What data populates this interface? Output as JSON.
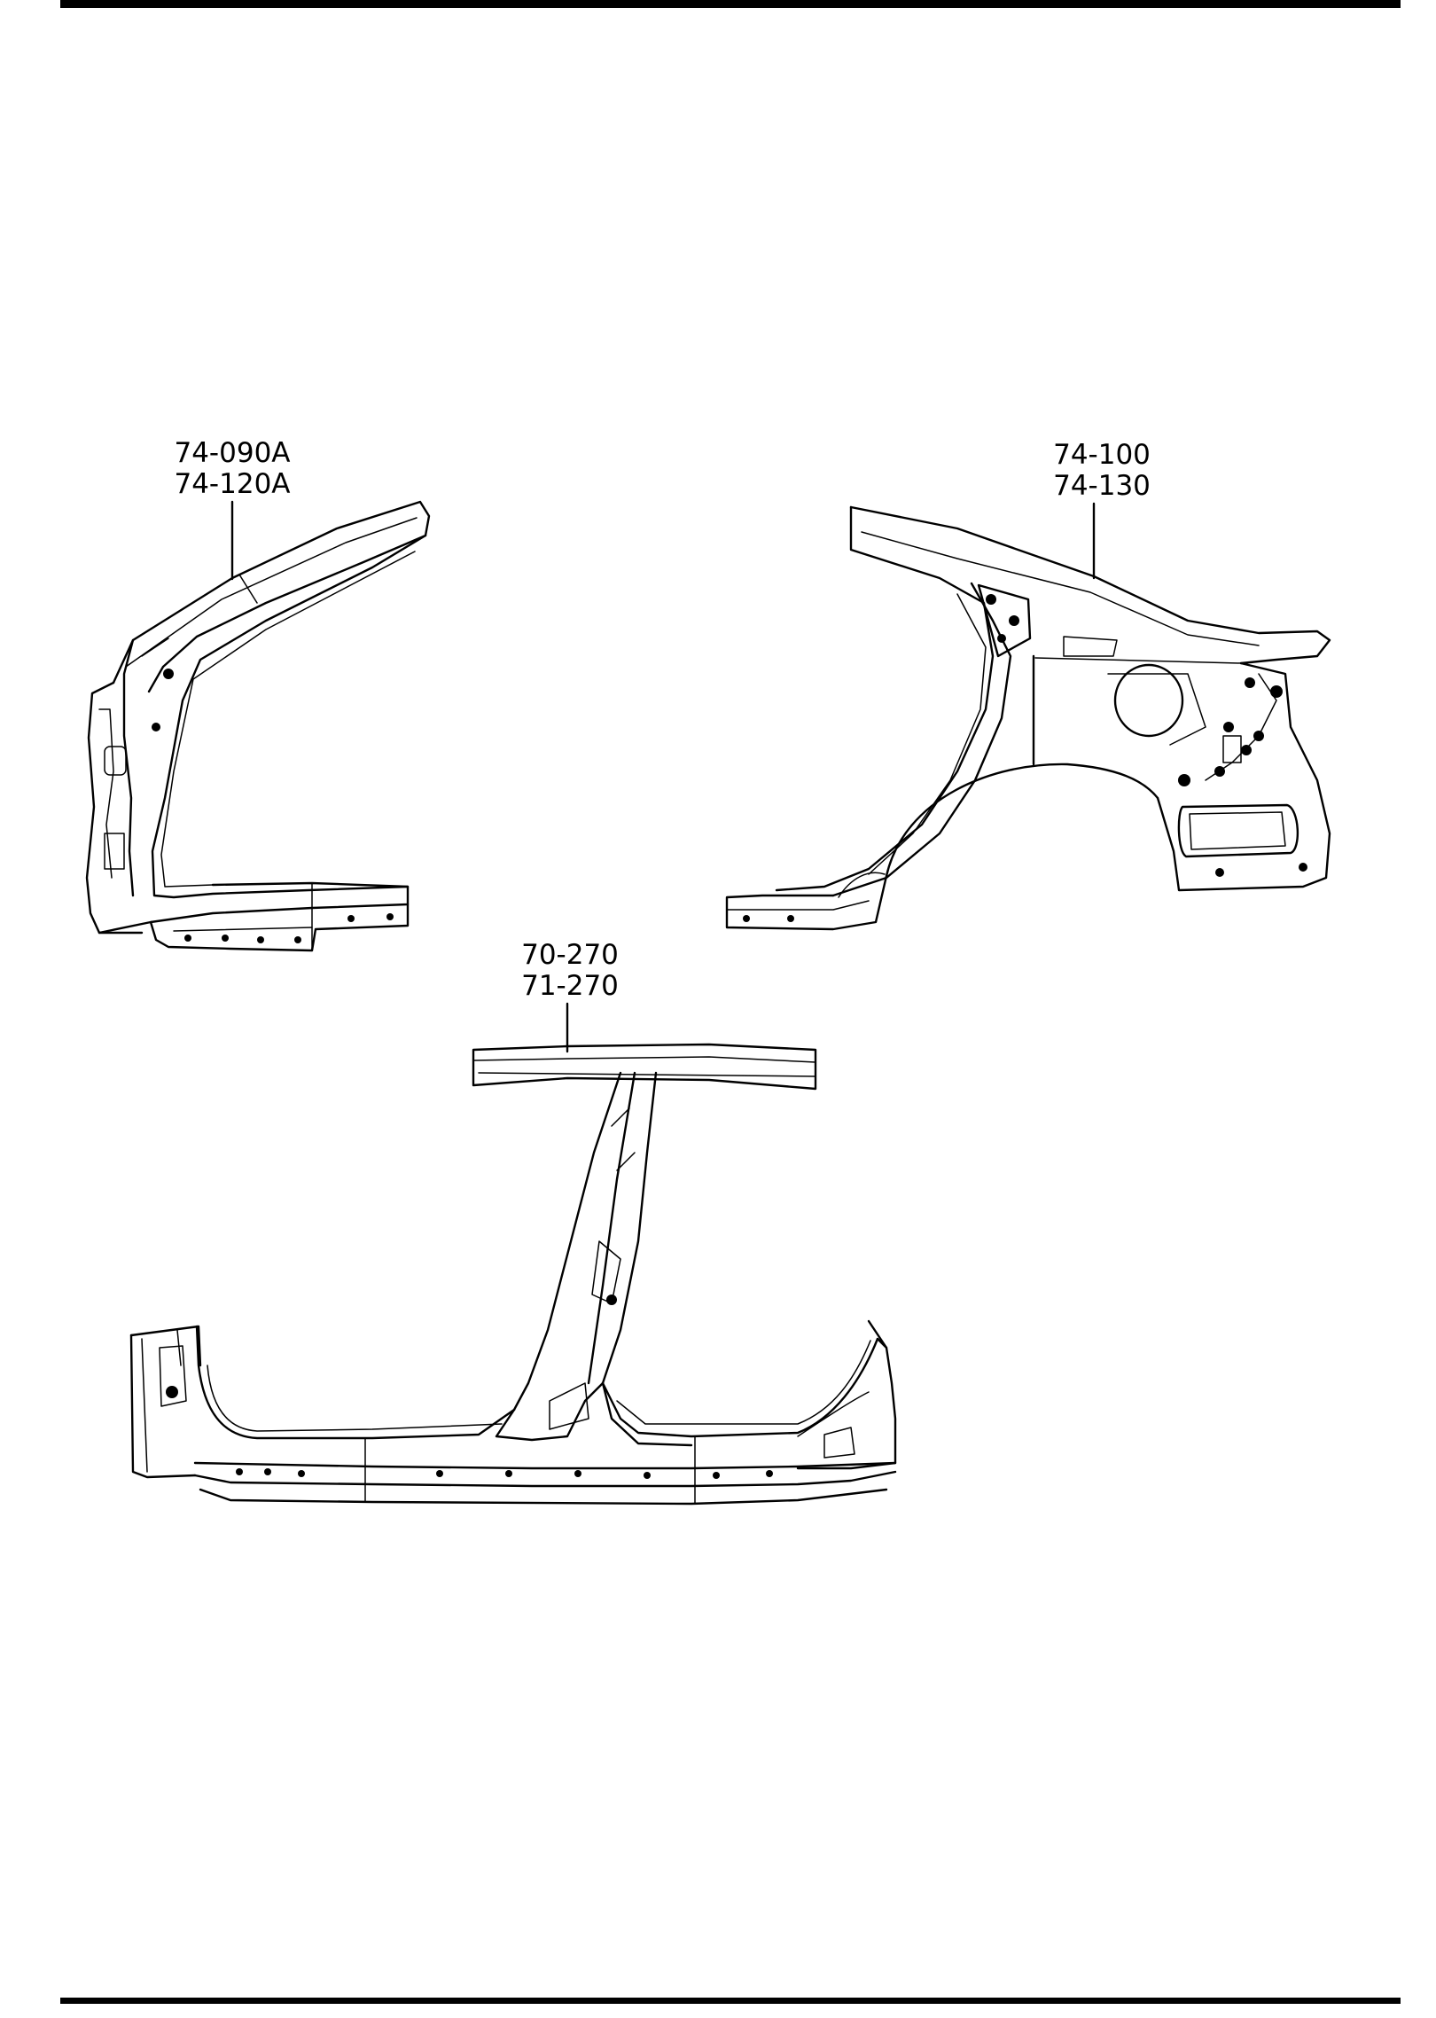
{
  "callouts": {
    "front_pillar": {
      "line1": "74-090A",
      "line2": "74-120A"
    },
    "rear_quarter": {
      "line1": "74-100",
      "line2": "74-130"
    },
    "center_pillar": {
      "line1": "70-270",
      "line2": "71-270"
    }
  },
  "colors": {
    "ink": "#000000",
    "paper": "#ffffff"
  }
}
